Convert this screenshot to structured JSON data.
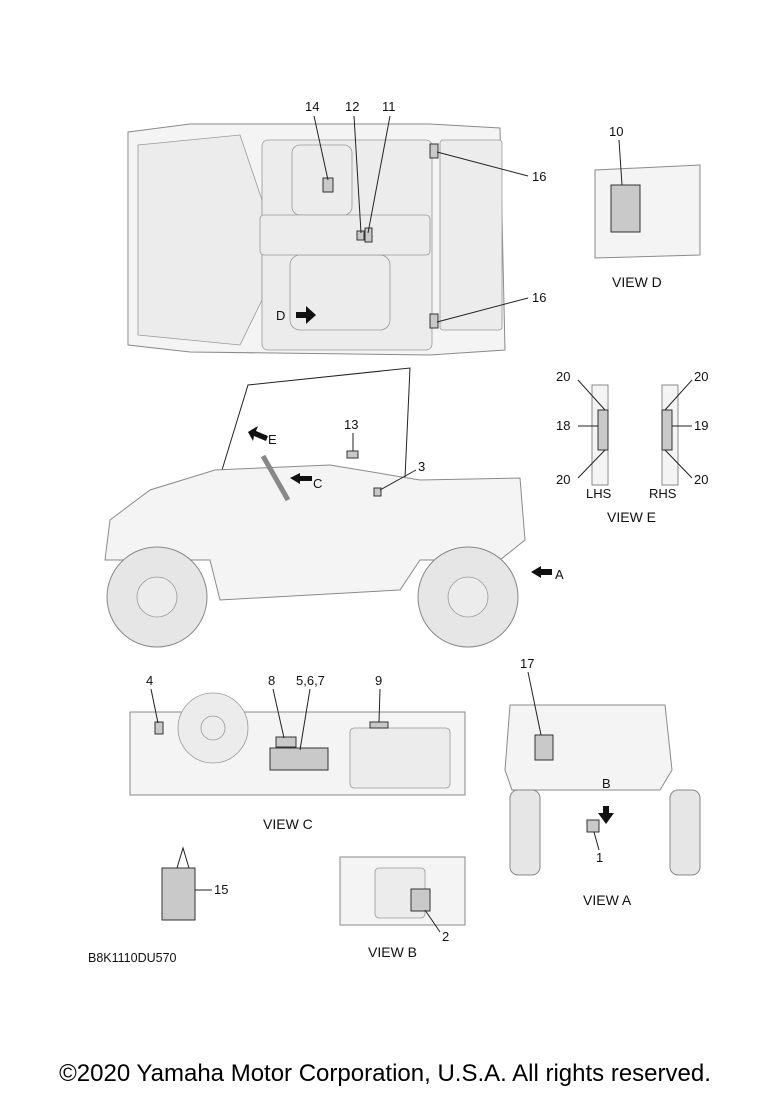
{
  "callouts": {
    "c1": "1",
    "c2": "2",
    "c3": "3",
    "c4": "4",
    "c5_6_7": "5,6,7",
    "c8": "8",
    "c9": "9",
    "c10": "10",
    "c11": "11",
    "c12": "12",
    "c13": "13",
    "c14": "14",
    "c15": "15",
    "c16a": "16",
    "c16b": "16",
    "c17": "17",
    "c18": "18",
    "c19": "19",
    "c20a": "20",
    "c20b": "20",
    "c20c": "20",
    "c20d": "20"
  },
  "arrows": {
    "a": "A",
    "b": "B",
    "c": "C",
    "d": "D",
    "e": "E"
  },
  "views": {
    "a": "VIEW A",
    "b": "VIEW B",
    "c": "VIEW C",
    "d": "VIEW D",
    "e": "VIEW E"
  },
  "sides": {
    "lhs": "LHS",
    "rhs": "RHS"
  },
  "diagram_code": "B8K1110DU570",
  "copyright": "©2020 Yamaha Motor Corporation, U.S.A. All rights reserved."
}
